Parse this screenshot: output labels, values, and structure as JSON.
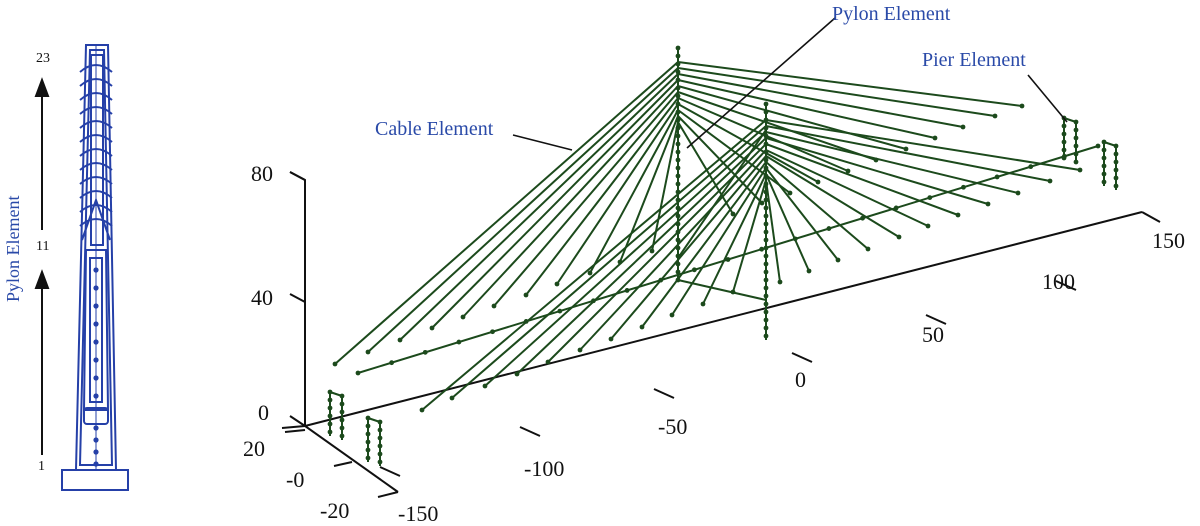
{
  "left_panel": {
    "vertical_label": "Pylon Element",
    "node_labels": [
      "23",
      "11",
      "1"
    ]
  },
  "callouts": {
    "cable": "Cable Element",
    "pylon": "Pylon Element",
    "pier": "Pier Element"
  },
  "axes": {
    "z_ticks": [
      "80",
      "40",
      "0"
    ],
    "y_ticks": [
      "20",
      "-0",
      "-20"
    ],
    "x_ticks": [
      "-150",
      "-100",
      "-50",
      "0",
      "50",
      "100",
      "150"
    ]
  },
  "colors": {
    "structure_blue": "#2540a8",
    "model_green": "#1c4a1c",
    "callout_blue": "#2a4aa8",
    "axis_black": "#111111"
  }
}
